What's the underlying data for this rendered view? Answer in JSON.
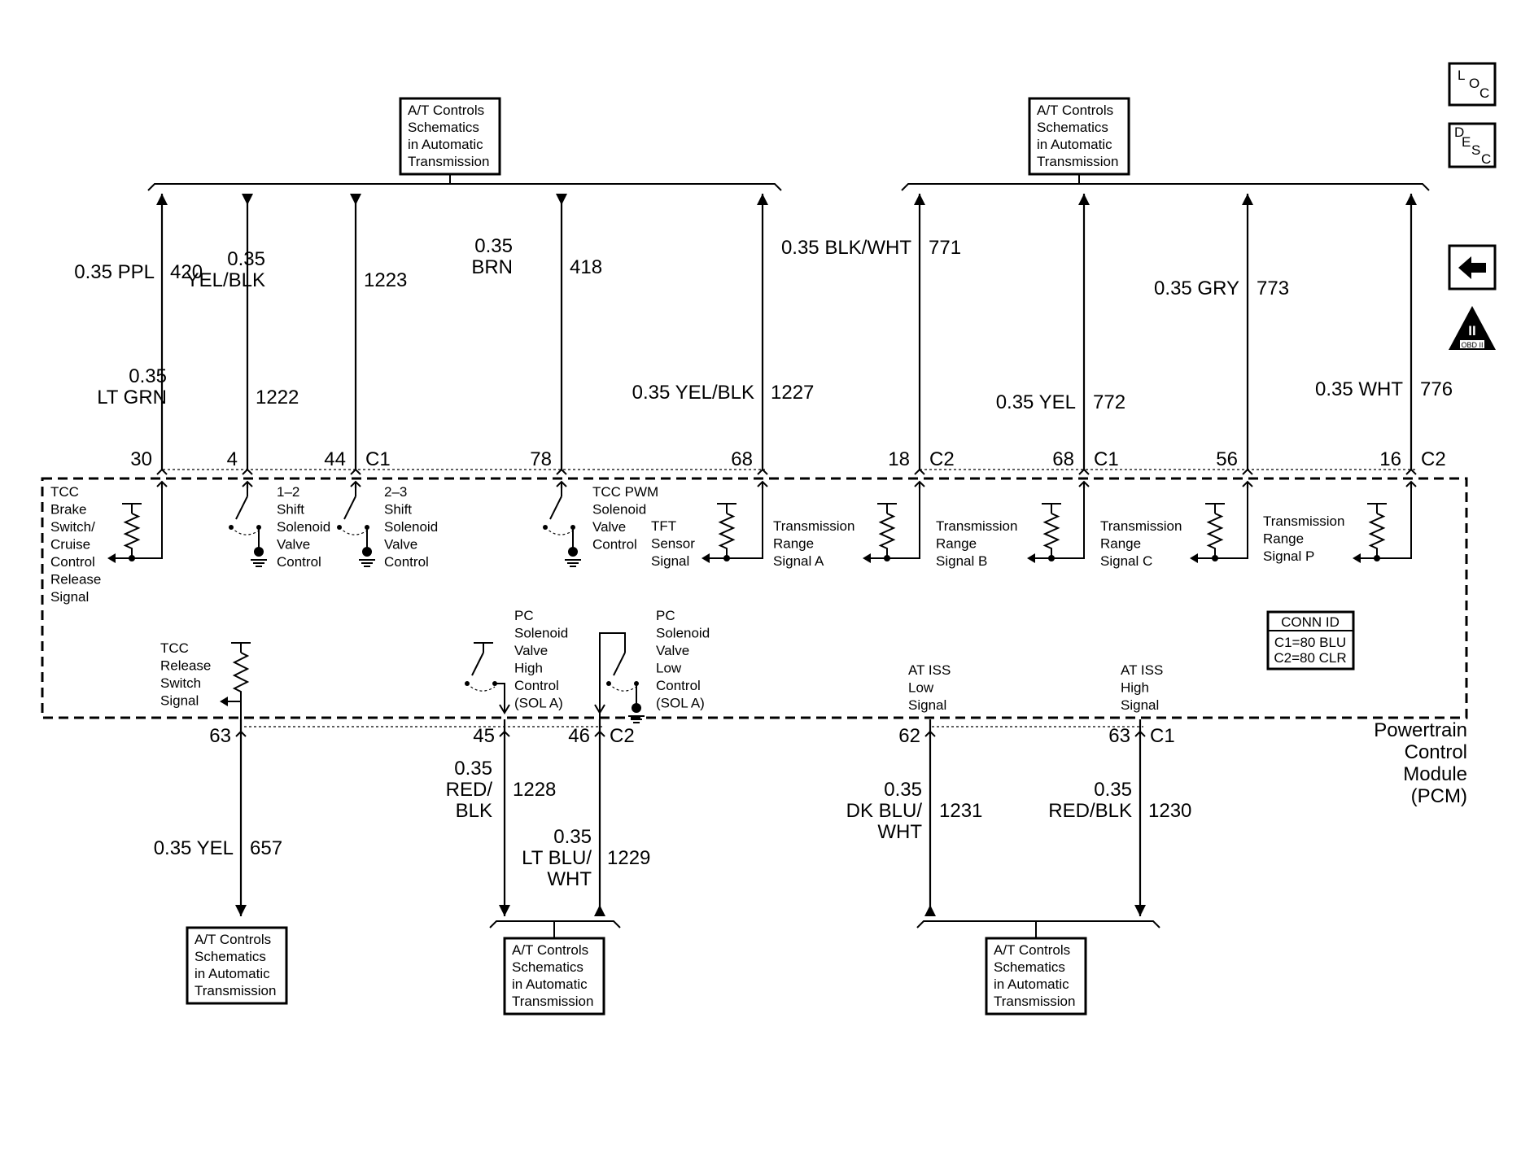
{
  "nav": {
    "loc": [
      "L",
      "O",
      "C"
    ],
    "desc": [
      "D",
      "E",
      "S",
      "C"
    ],
    "back_icon": "left-arrow-icon",
    "obd": {
      "numeral": "II",
      "label": "OBD II"
    }
  },
  "ref_boxes": [
    {
      "lines": [
        "A/T Controls",
        "Schematics",
        "in Automatic",
        "Transmission"
      ]
    },
    {
      "lines": [
        "A/T Controls",
        "Schematics",
        "in Automatic",
        "Transmission"
      ]
    },
    {
      "lines": [
        "A/T Controls",
        "Schematics",
        "in Automatic",
        "Transmission"
      ]
    },
    {
      "lines": [
        "A/T Controls",
        "Schematics",
        "in Automatic",
        "Transmission"
      ]
    },
    {
      "lines": [
        "A/T Controls",
        "Schematics",
        "in Automatic",
        "Transmission"
      ]
    }
  ],
  "top_wires": [
    {
      "pin": "30",
      "color_lines": [
        "0.35 PPL"
      ],
      "circuit": "420",
      "direction": "out"
    },
    {
      "pin": "4",
      "color_lines": [
        "0.35",
        "LT GRN"
      ],
      "circuit": "1222",
      "direction": "in"
    },
    {
      "pin": "44",
      "connector": "C1",
      "color_lines": [
        "0.35",
        "YEL/BLK"
      ],
      "circuit": "1223",
      "direction": "in"
    },
    {
      "pin": "78",
      "color_lines": [
        "0.35",
        "BRN"
      ],
      "circuit": "418",
      "direction": "in"
    },
    {
      "pin": "68",
      "color_lines": [
        "0.35 YEL/BLK"
      ],
      "circuit": "1227",
      "direction": "out"
    },
    {
      "pin": "18",
      "connector": "C2",
      "color_lines": [
        "0.35 BLK/WHT"
      ],
      "circuit": "771",
      "direction": "out"
    },
    {
      "pin": "68",
      "connector": "C1",
      "color_lines": [
        "0.35 YEL"
      ],
      "circuit": "772",
      "direction": "out"
    },
    {
      "pin": "56",
      "color_lines": [
        "0.35 GRY"
      ],
      "circuit": "773",
      "direction": "out"
    },
    {
      "pin": "16",
      "connector": "C2",
      "color_lines": [
        "0.35 WHT"
      ],
      "circuit": "776",
      "direction": "out"
    }
  ],
  "bottom_wires": [
    {
      "pin": "63",
      "color_lines": [
        "0.35 YEL"
      ],
      "circuit": "657",
      "direction": "out"
    },
    {
      "pin": "45",
      "color_lines": [
        "0.35",
        "RED/",
        "BLK"
      ],
      "circuit": "1228",
      "direction": "out"
    },
    {
      "pin": "46",
      "connector": "C2",
      "color_lines": [
        "0.35",
        "LT BLU/",
        "WHT"
      ],
      "circuit": "1229",
      "direction": "in"
    },
    {
      "pin": "62",
      "color_lines": [
        "0.35",
        "DK BLU/",
        "WHT"
      ],
      "circuit": "1231",
      "direction": "in"
    },
    {
      "pin": "63",
      "connector": "C1",
      "color_lines": [
        "0.35",
        "RED/BLK"
      ],
      "circuit": "1230",
      "direction": "out"
    }
  ],
  "internal_labels": [
    {
      "lines": [
        "TCC",
        "Brake",
        "Switch/",
        "Cruise",
        "Control",
        "Release",
        "Signal"
      ]
    },
    {
      "lines": [
        "1–2",
        "Shift",
        "Solenoid",
        "Valve",
        "Control"
      ]
    },
    {
      "lines": [
        "2–3",
        "Shift",
        "Solenoid",
        "Valve",
        "Control"
      ]
    },
    {
      "lines": [
        "TCC PWM",
        "Solenoid",
        "Valve",
        "Control"
      ]
    },
    {
      "lines": [
        "TFT",
        "Sensor",
        "Signal"
      ]
    },
    {
      "lines": [
        "Transmission",
        "Range",
        "Signal A"
      ]
    },
    {
      "lines": [
        "Transmission",
        "Range",
        "Signal B"
      ]
    },
    {
      "lines": [
        "Transmission",
        "Range",
        "Signal C"
      ]
    },
    {
      "lines": [
        "Transmission",
        "Range",
        "Signal P"
      ]
    },
    {
      "lines": [
        "TCC",
        "Release",
        "Switch",
        "Signal"
      ]
    },
    {
      "lines": [
        "PC",
        "Solenoid",
        "Valve",
        "High",
        "Control",
        "(SOL A)"
      ]
    },
    {
      "lines": [
        "PC",
        "Solenoid",
        "Valve",
        "Low",
        "Control",
        "(SOL A)"
      ]
    },
    {
      "lines": [
        "AT ISS",
        "Low",
        "Signal"
      ]
    },
    {
      "lines": [
        "AT ISS",
        "High",
        "Signal"
      ]
    }
  ],
  "conn_id": {
    "title": "CONN ID",
    "rows": [
      "C1=80 BLU",
      "C2=80 CLR"
    ]
  },
  "module_label": [
    "Powertrain",
    "Control",
    "Module",
    "(PCM)"
  ]
}
